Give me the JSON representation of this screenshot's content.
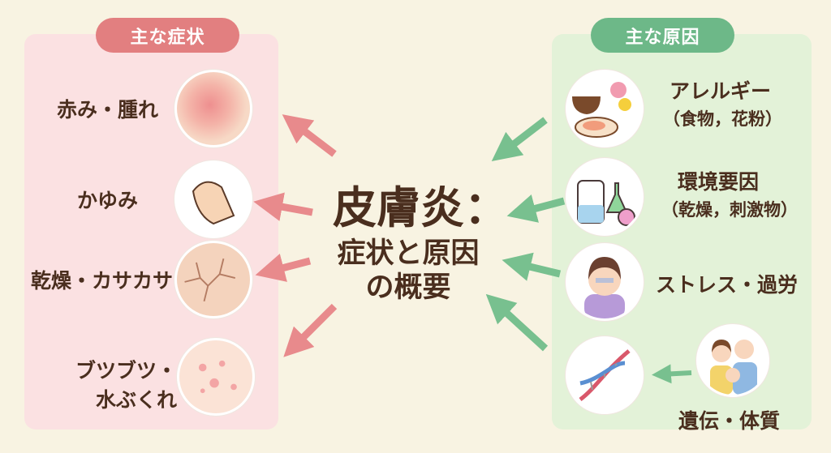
{
  "title": "皮膚炎：",
  "subtitle_line1": "症状と原因",
  "subtitle_line2": "の概要",
  "symptoms": {
    "header": "主な症状",
    "items": [
      {
        "label": "赤み・腫れ",
        "icon": "rash-skin-icon"
      },
      {
        "label": "かゆみ",
        "icon": "scratching-hand-icon"
      },
      {
        "label": "乾燥・カサカサ",
        "icon": "cracked-skin-icon"
      },
      {
        "label_line1": "ブツブツ・",
        "label_line2": "水ぶくれ",
        "icon": "blisters-icon"
      }
    ]
  },
  "causes": {
    "header": "主な原因",
    "items": [
      {
        "label": "アレルギー",
        "detail": "（食物，花粉）",
        "icon": "food-pollen-icon"
      },
      {
        "label": "環境要因",
        "detail": "（乾燥，刺激物）",
        "icon": "humidifier-chemicals-icon"
      },
      {
        "label": "ストレス・過労",
        "icon": "stressed-person-icon"
      },
      {
        "label": "遺伝・体質",
        "icon": "dna-family-icon"
      }
    ]
  },
  "colors": {
    "background": "#f8f3e2",
    "symptom_accent": "#e27f80",
    "cause_accent": "#6db888",
    "text": "#4a2e1e"
  }
}
